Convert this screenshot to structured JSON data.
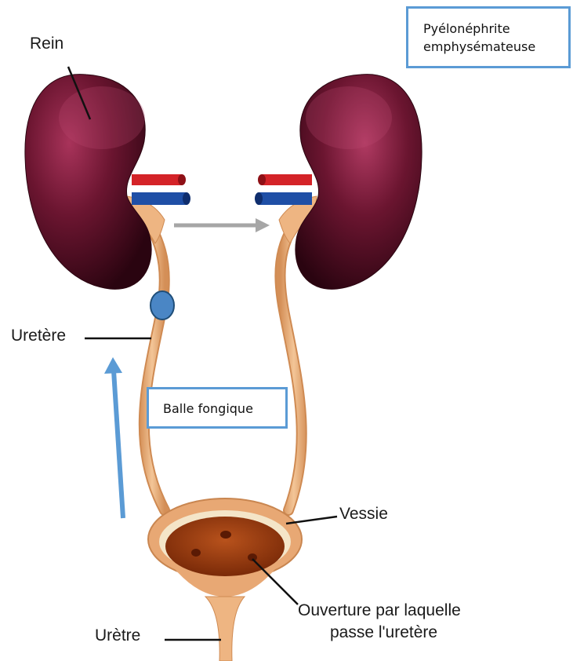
{
  "labels": {
    "kidney": "Rein",
    "ureter": "Uretère",
    "bladder": "Vessie",
    "urethra": "Urètre",
    "opening_line1": "Ouverture par laquelle",
    "opening_line2": "passe l'uretère"
  },
  "annotations": {
    "pyelonephritis_line1": "Pyélonéphrite",
    "pyelonephritis_line2": "emphysémateuse",
    "fungus_ball": "Balle fongique"
  },
  "colors": {
    "kidney_dark": "#3a0716",
    "kidney_mid": "#6b1530",
    "kidney_light": "#a8335a",
    "artery": "#d42328",
    "vein": "#1f4fa6",
    "ureter": "#eeb582",
    "ureter_edge": "#cf8a52",
    "bladder_outer": "#e8a874",
    "bladder_inner": "#9b3a10",
    "callout_border": "#5b9bd5",
    "fungus_ball": "#4a86c5",
    "blue_arrow": "#5b9bd5",
    "gray_arrow": "#a6a6a6"
  }
}
